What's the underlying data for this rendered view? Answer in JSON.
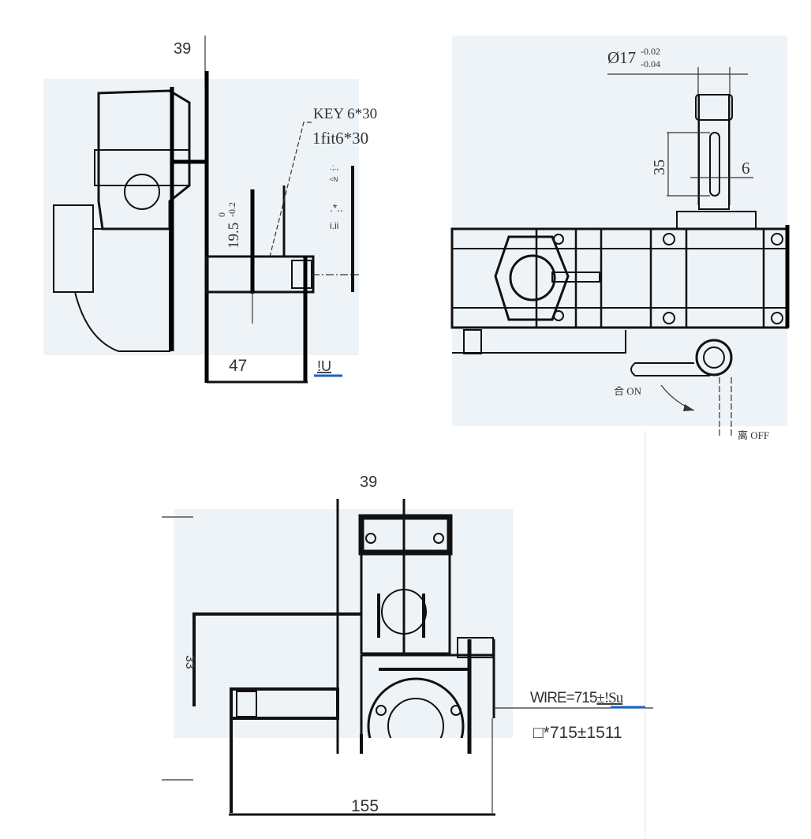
{
  "views": {
    "side_view": {
      "dim_top": "39",
      "key_label": "KEY 6*30",
      "fit_label": "1fit6*30",
      "shaft_dim": "19.5",
      "shaft_tol_upper": "0",
      "shaft_tol_lower": "-0.2",
      "garbled_marks": [
        ".;.,",
        "<N",
        ".*..",
        "i.ii"
      ],
      "dim_bottom": "47",
      "link_text": "!U"
    },
    "top_view": {
      "diameter": "Ø17",
      "tol_upper": "-0.02",
      "tol_lower": "-0.04",
      "key_length": "35",
      "key_width": "6",
      "on_label": "合 ON",
      "off_label": "离 OFF"
    },
    "front_view": {
      "dim_top": "39",
      "dim_left": "33",
      "wire_label": "WIRE=715",
      "wire_suffix": "±!Su",
      "wire_alt": "□*715±1511",
      "dim_bottom": "155"
    }
  },
  "colors": {
    "link_underline": "#1565c0",
    "panel": "#eef3f8"
  }
}
